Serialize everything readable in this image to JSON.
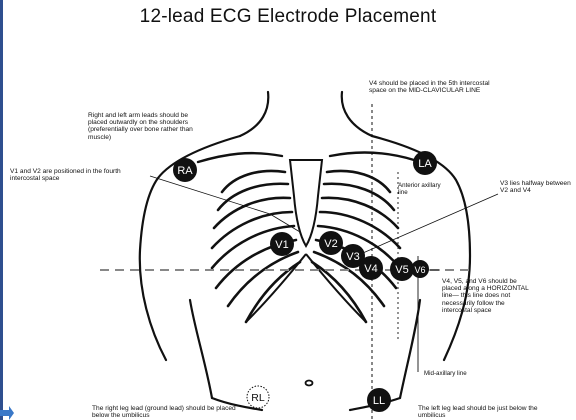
{
  "title": "12-lead ECG Electrode Placement",
  "annotations": {
    "v4_placement": "V4 should be placed in the 5th intercostal space on the MID-CLAVICULAR LINE",
    "arm_leads": "Right and left arm leads should be placed outwardly on the shoulders (preferentially over bone rather than muscle)",
    "v1_v2": "V1 and V2 are positioned in the fourth intercostal space",
    "anterior_axillary": "Anterior axillary line",
    "v3": "V3 lies halfway between V2 and V4",
    "v4_v5_v6": "V4, V5, and V6 should be placed along a HORIZONTAL line— this line does not necessarily follow the intercostal space",
    "mid_axillary": "Mid-axillary line",
    "right_leg": "The right leg lead (ground lead) should be placed below the umbilicus",
    "left_leg": "The left leg lead should be just below the umbilicus"
  },
  "electrodes": {
    "ra": "RA",
    "la": "LA",
    "v1": "V1",
    "v2": "V2",
    "v3": "V3",
    "v4": "V4",
    "v5": "V5",
    "v6": "V6",
    "rl": "RL",
    "ll": "LL"
  },
  "colors": {
    "electrode_fill": "#111111",
    "electrode_text": "#ffffff",
    "line": "#111111",
    "guide": "#888888",
    "accent_strip": "#2e4f8f"
  }
}
